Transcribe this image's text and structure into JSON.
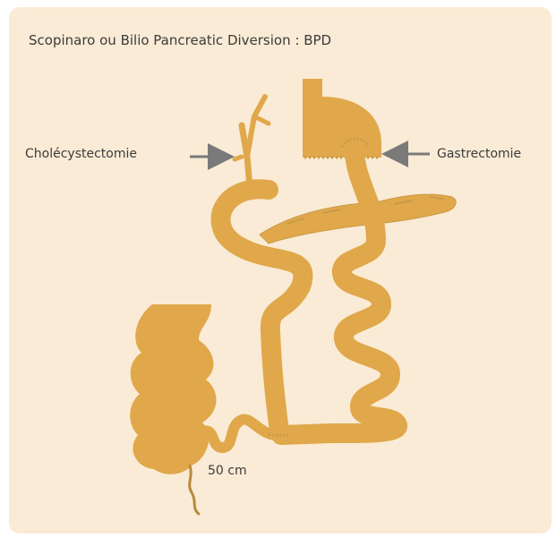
{
  "title": "Scopinaro ou Bilio Pancreatic Diversion : BPD",
  "labels": {
    "cholecystectomy": "Cholécystectomie",
    "gastrectomy": "Gastrectomie",
    "length": "50 cm"
  },
  "colors": {
    "panel_background": "#faebd6",
    "organ_fill": "#e0a84a",
    "organ_outline": "#b98a3c",
    "arrow": "#7a7a7a",
    "text": "#3b3b3b"
  }
}
